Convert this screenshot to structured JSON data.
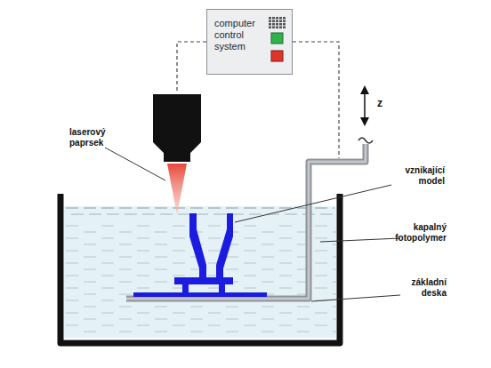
{
  "diagram": {
    "nodes": [
      {
        "text": [
          "computer control system"
        ]
      }
    ],
    "labels": [
      "laserový paprsek",
      "vznikající model",
      "kapalný fotopolymer",
      "základní deska",
      "z"
    ]
  }
}
